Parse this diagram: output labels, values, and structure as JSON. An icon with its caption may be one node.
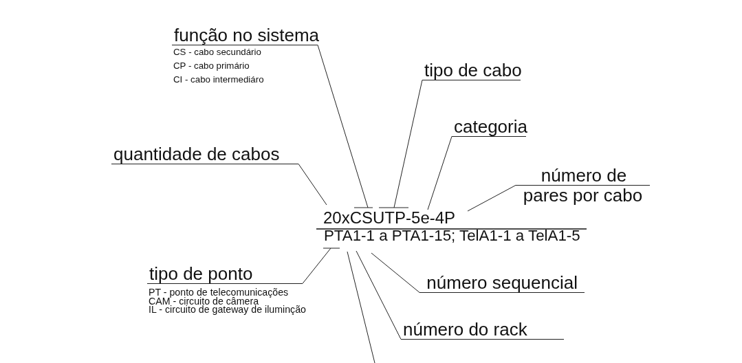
{
  "diagram": {
    "nodes": [
      {
        "text": [
          "função no sistema",
          "CS - cabo secundário",
          "CP - cabo primário",
          "CI - cabo intermediáro"
        ]
      },
      {
        "text": [
          "tipo de cabo"
        ]
      },
      {
        "text": [
          "categoria"
        ]
      },
      {
        "text": [
          "quantidade de cabos"
        ]
      },
      {
        "text": [
          "número de",
          "pares por cabo"
        ]
      },
      {
        "text": [
          "tipo de ponto",
          "PT - ponto de telecomunicações",
          "CAM - circuito de câmera",
          "IL - circuito de gateway de iluminção"
        ]
      },
      {
        "text": [
          "número sequencial"
        ]
      },
      {
        "text": [
          "número do rack"
        ]
      },
      {
        "text": [
          "20xCSUTP-5e-4P"
        ]
      },
      {
        "text": [
          "PTA1-1 a PTA1-15; TelA1-1 a TelA1-5"
        ]
      }
    ],
    "edges": [
      {
        "from": 0,
        "to": 8,
        "arrow": "none"
      },
      {
        "from": 1,
        "to": 8,
        "arrow": "none"
      },
      {
        "from": 2,
        "to": 8,
        "arrow": "none"
      },
      {
        "from": 3,
        "to": 8,
        "arrow": "none"
      },
      {
        "from": 4,
        "to": 8,
        "arrow": "none"
      },
      {
        "from": 5,
        "to": 9,
        "arrow": "none"
      },
      {
        "from": 6,
        "to": 9,
        "arrow": "none"
      },
      {
        "from": 7,
        "to": 9,
        "arrow": "none"
      },
      {
        "from": 9,
        "to": null,
        "arrow": "none"
      }
    ]
  }
}
